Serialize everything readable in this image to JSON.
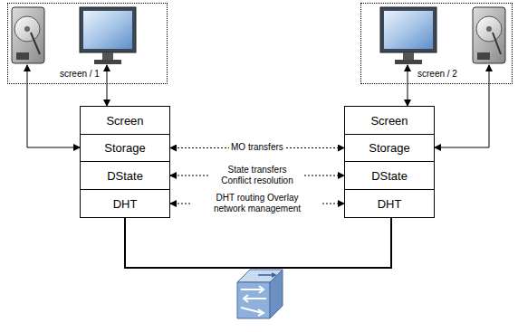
{
  "diagram": {
    "nodes": [
      {
        "text": [
          "screen / 1"
        ]
      },
      {
        "text": [
          "screen / 2"
        ]
      },
      {
        "text": [
          "Screen"
        ]
      },
      {
        "text": [
          "Storage"
        ]
      },
      {
        "text": [
          "DState"
        ]
      },
      {
        "text": [
          "DHT"
        ]
      },
      {
        "text": [
          "Screen"
        ]
      },
      {
        "text": [
          "Storage"
        ]
      },
      {
        "text": [
          "DState"
        ]
      },
      {
        "text": [
          "DHT"
        ]
      }
    ],
    "edges": [
      {
        "from": 0,
        "to": 2,
        "arrow": "both"
      },
      {
        "from": 0,
        "to": 3,
        "arrow": "both"
      },
      {
        "from": 3,
        "to": 7,
        "label": "MO transfers",
        "arrow": "both"
      },
      {
        "from": 4,
        "to": 8,
        "label": "State transfers Conflict resolution",
        "arrow": "both"
      },
      {
        "from": 5,
        "to": 9,
        "label": "DHT routing Overlay network management",
        "arrow": "both"
      },
      {
        "from": 1,
        "to": 6,
        "arrow": "both"
      },
      {
        "from": 1,
        "to": 7,
        "arrow": "both"
      }
    ]
  }
}
